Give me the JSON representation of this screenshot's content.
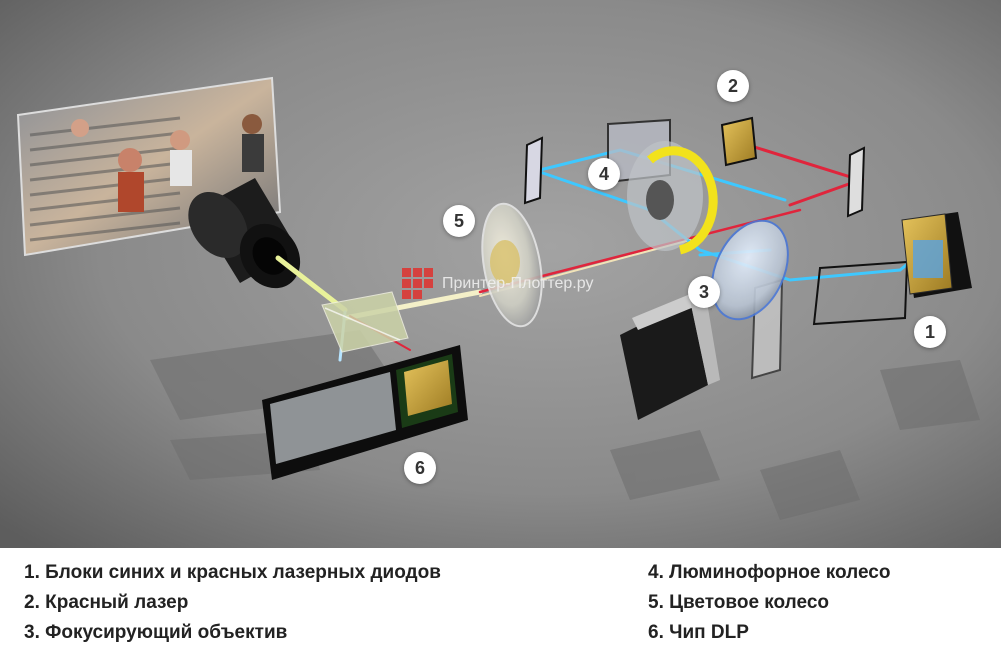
{
  "markers": [
    "1",
    "2",
    "3",
    "4",
    "5",
    "6"
  ],
  "watermark": "Принтер-Плоттер.ру",
  "legend": {
    "left": [
      "1. Блоки синих и красных лазерных диодов",
      "2. Красный лазер",
      "3. Фокусирующий объектив"
    ],
    "right": [
      "4. Люминофорное колесо",
      "5. Цветовое колесо",
      "6. Чип DLP"
    ]
  },
  "colors": {
    "background": "#8e8e8e",
    "blue_beam": "#3ec8ff",
    "red_beam": "#e0253c",
    "phosphor": "#f2e21c",
    "chip_gold": "#c9a43a",
    "logo_red": "#e0322e"
  }
}
